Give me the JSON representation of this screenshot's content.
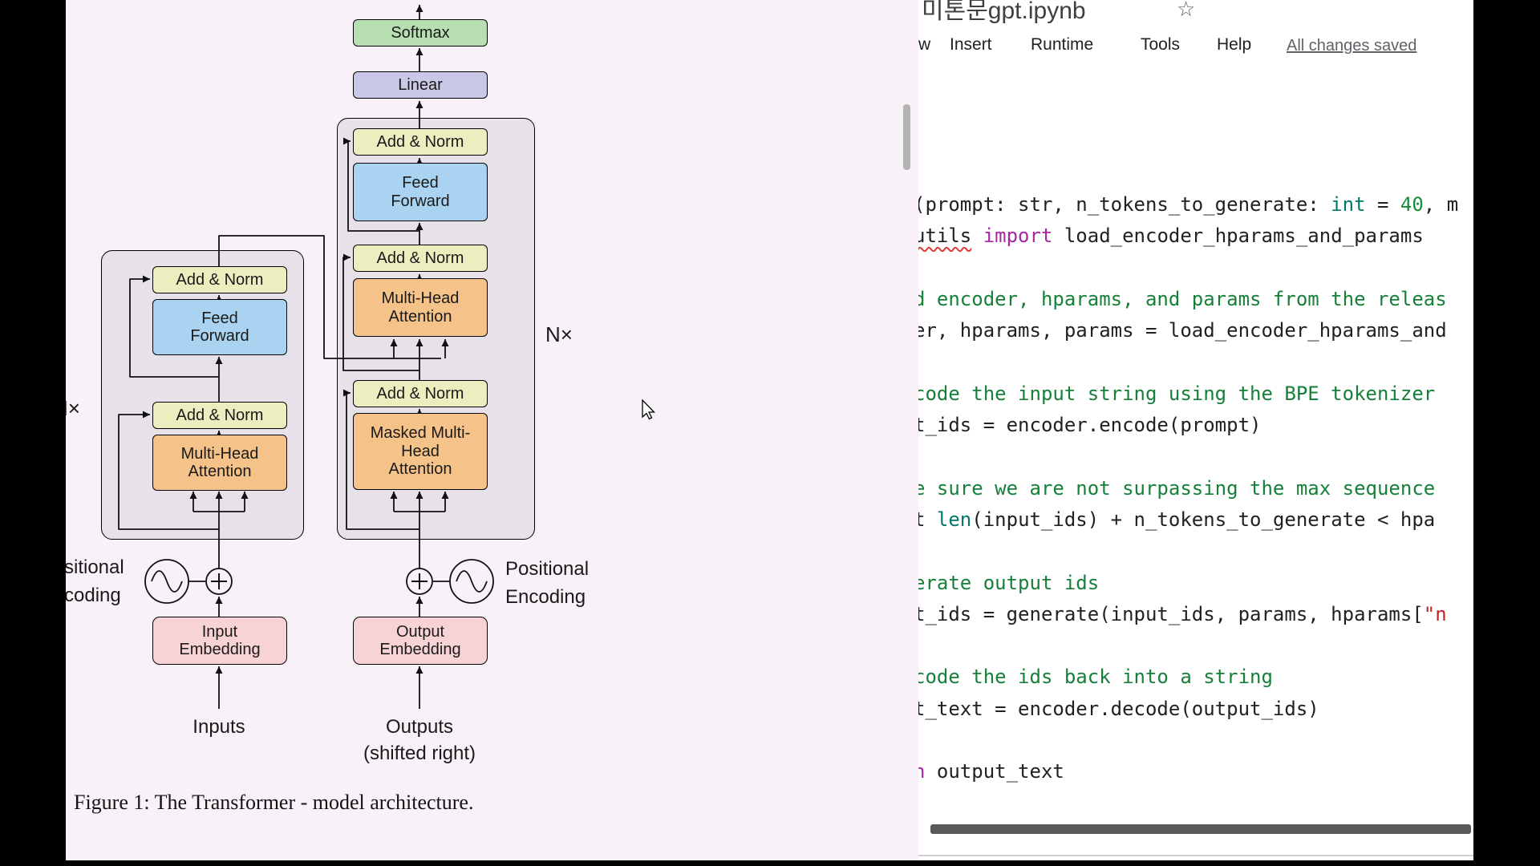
{
  "paper": {
    "caption": "Figure 1: The Transformer - model architecture.",
    "n_times_right": "N×",
    "n_times_left": "N×",
    "pe_right": [
      "Positional",
      "Encoding"
    ],
    "pe_left": [
      "sitional",
      "coding"
    ],
    "boxes": {
      "softmax": "Softmax",
      "linear": "Linear",
      "dec_add_norm_top": "Add & Norm",
      "dec_feed_forward": "Feed Forward",
      "dec_add_norm_mid": "Add & Norm",
      "dec_mha": "Multi-Head Attention",
      "dec_add_norm_bot": "Add & Norm",
      "dec_masked_mha": "Masked Multi-Head Attention",
      "enc_add_norm_top": "Add & Norm",
      "enc_feed_forward": "Feed Forward",
      "enc_add_norm_bot": "Add & Norm",
      "enc_mha": "Multi-Head Attention",
      "input_embedding": "Input Embedding",
      "output_embedding": "Output Embedding"
    },
    "labels": {
      "inputs": "Inputs",
      "outputs": "Outputs",
      "shifted_right": "(shifted right)"
    },
    "colors": {
      "page_bg": "#f8f1f7",
      "add_norm": "#edeec0",
      "feed_forward": "#a9d3f0",
      "attention": "#f5c289",
      "embedding": "#f8d3d6",
      "softmax": "#b7dfb2",
      "linear": "#c9c8e6",
      "stack_bg": "#e7e1ea"
    }
  },
  "notebook": {
    "title": "미톤문gpt.ipynb",
    "star_icon": "☆",
    "menu": [
      "w",
      "Insert",
      "Runtime",
      "Tools",
      "Help"
    ],
    "status": "All changes saved",
    "code_colors": {
      "comment": "#168039",
      "keyword": "#a626a4",
      "builtin": "#00796b",
      "number": "#1c8c3c",
      "string": "#c5221f",
      "plain": "#202124"
    },
    "code_lines": [
      [
        [
          "(prompt: str, n_tokens_to_generate: ",
          "p"
        ],
        [
          "int",
          "b"
        ],
        [
          " = ",
          "p"
        ],
        [
          "40",
          "n"
        ],
        [
          ", m",
          "p"
        ]
      ],
      [
        [
          "utils",
          "sq"
        ],
        [
          " ",
          "p"
        ],
        [
          "import",
          "k"
        ],
        [
          " load_encoder_hparams_and_params",
          "p"
        ]
      ],
      [],
      [
        [
          "d encoder, hparams, and params from the releas",
          "c"
        ]
      ],
      [
        [
          "er, hparams, params = load_encoder_hparams_and",
          "p"
        ]
      ],
      [],
      [
        [
          "code the input string using the BPE tokenizer",
          "c"
        ]
      ],
      [
        [
          "t_ids = encoder.encode(prompt)",
          "p"
        ]
      ],
      [],
      [
        [
          "e sure we are not surpassing the max sequence",
          "c"
        ]
      ],
      [
        [
          "t ",
          "p"
        ],
        [
          "len",
          "b"
        ],
        [
          "(input_ids) + n_tokens_to_generate < hpa",
          "p"
        ]
      ],
      [],
      [
        [
          "erate output ids",
          "c"
        ]
      ],
      [
        [
          "t_ids = generate(input_ids, params, hparams[",
          "p"
        ],
        [
          "\"n",
          "s"
        ]
      ],
      [],
      [
        [
          "code the ids back into a string",
          "c"
        ]
      ],
      [
        [
          "t_text = encoder.decode(output_ids)",
          "p"
        ]
      ],
      [],
      [
        [
          "n",
          "k"
        ],
        [
          " output_text",
          "p"
        ]
      ]
    ]
  }
}
